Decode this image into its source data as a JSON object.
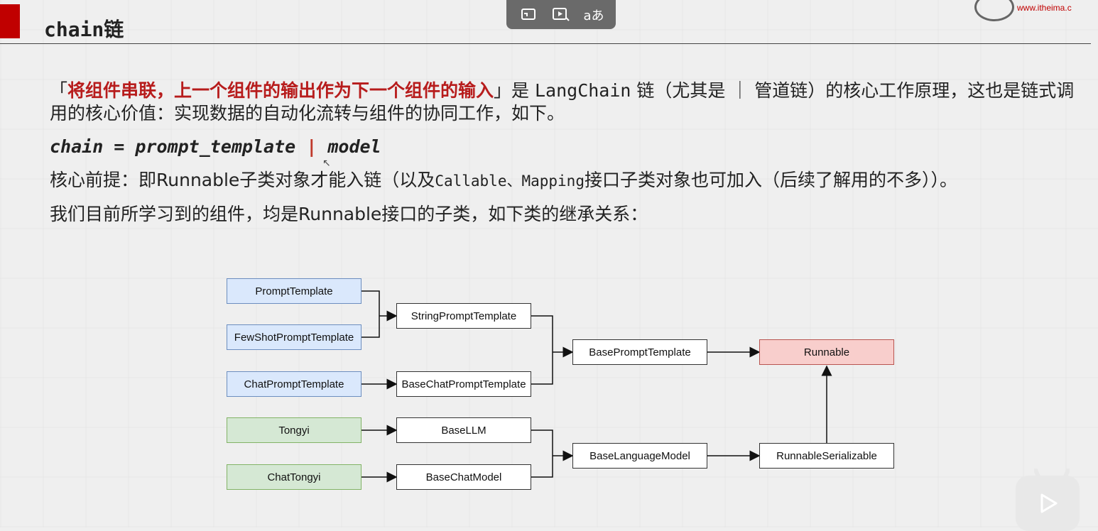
{
  "slide": {
    "title": "chain链"
  },
  "toolbar": {
    "btn1_icon": "cast-icon",
    "btn2_icon": "video-ai-icon",
    "btn3_label": "aあ"
  },
  "logo": {
    "url_text": "www.itheima.c"
  },
  "para1": {
    "bracket_open": "「",
    "highlight": "将组件串联，上一个组件的输出作为下一个组件的输入",
    "bracket_close": "」",
    "text_a": "是 ",
    "mono": "LangChain",
    "text_b": " 链（尤其是 ｜ 管道链）的核心工作原理，这也是链式调用的核心价值：实现数据的自动化流转与组件的协同工作，如下。"
  },
  "code": {
    "left": "chain = prompt_template ",
    "op": "|",
    "right": " model"
  },
  "para3": {
    "a": "核心前提：即Runnable子类对象才能入链（以及",
    "b": "Callable、Mapping",
    "c": "接口子类对象也可加入（后续了解用的不多））。"
  },
  "para4": "我们目前所学习到的组件，均是Runnable接口的子类，如下类的继承关系：",
  "diagram": {
    "nodes": {
      "prompt_template": "PromptTemplate",
      "few_shot": "FewShotPromptTemplate",
      "chat_prompt": "ChatPromptTemplate",
      "tongyi": "Tongyi",
      "chat_tongyi": "ChatTongyi",
      "string_prompt": "StringPromptTemplate",
      "base_chat_prompt": "BaseChatPromptTemplate",
      "base_llm": "BaseLLM",
      "base_chat_model": "BaseChatModel",
      "base_prompt": "BasePromptTemplate",
      "base_language_model": "BaseLanguageModel",
      "runnable": "Runnable",
      "runnable_serializable": "RunnableSerializable"
    }
  },
  "player": {
    "play_icon": "play-icon"
  }
}
